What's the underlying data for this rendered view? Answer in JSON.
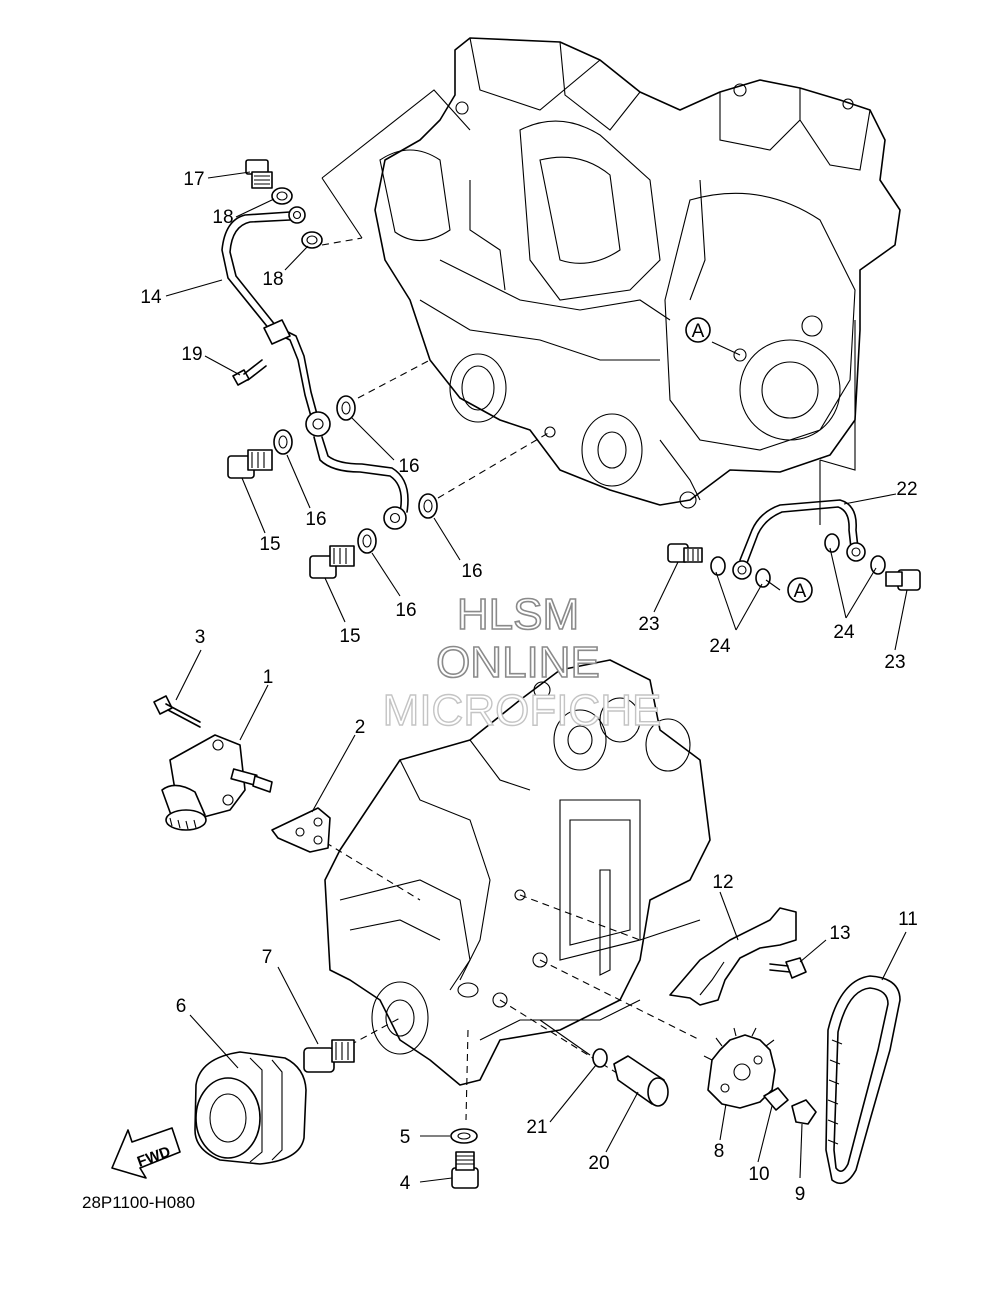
{
  "callouts": [
    {
      "id": "c1",
      "text": "1"
    },
    {
      "id": "c2",
      "text": "2"
    },
    {
      "id": "c3",
      "text": "3"
    },
    {
      "id": "c4",
      "text": "4"
    },
    {
      "id": "c5",
      "text": "5"
    },
    {
      "id": "c6",
      "text": "6"
    },
    {
      "id": "c7",
      "text": "7"
    },
    {
      "id": "c8",
      "text": "8"
    },
    {
      "id": "c9",
      "text": "9"
    },
    {
      "id": "c10",
      "text": "10"
    },
    {
      "id": "c11",
      "text": "11"
    },
    {
      "id": "c12",
      "text": "12"
    },
    {
      "id": "c13",
      "text": "13"
    },
    {
      "id": "c14",
      "text": "14"
    },
    {
      "id": "c15a",
      "text": "15"
    },
    {
      "id": "c15b",
      "text": "15"
    },
    {
      "id": "c16a",
      "text": "16"
    },
    {
      "id": "c16b",
      "text": "16"
    },
    {
      "id": "c16c",
      "text": "16"
    },
    {
      "id": "c16d",
      "text": "16"
    },
    {
      "id": "c17",
      "text": "17"
    },
    {
      "id": "c18a",
      "text": "18"
    },
    {
      "id": "c18b",
      "text": "18"
    },
    {
      "id": "c19",
      "text": "19"
    },
    {
      "id": "c20",
      "text": "20"
    },
    {
      "id": "c21",
      "text": "21"
    },
    {
      "id": "c22",
      "text": "22"
    },
    {
      "id": "c23a",
      "text": "23"
    },
    {
      "id": "c23b",
      "text": "23"
    },
    {
      "id": "c24a",
      "text": "24"
    },
    {
      "id": "c24b",
      "text": "24"
    }
  ],
  "reference_marks": {
    "a1": "A",
    "a2": "A"
  },
  "watermark": {
    "line1": "HLSM",
    "line2": "ONLINE",
    "line3": "MICROFICHE"
  },
  "fwd_label": "FWD",
  "figure_code": "28P1100-H080"
}
